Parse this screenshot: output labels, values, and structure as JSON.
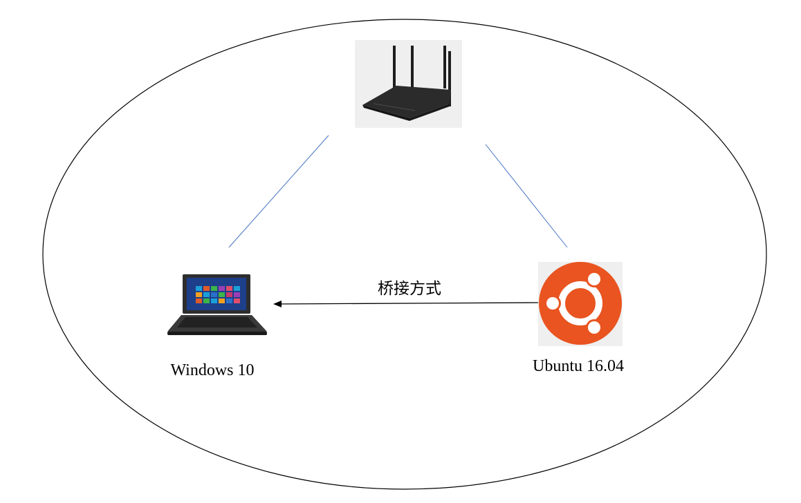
{
  "diagram": {
    "nodes": {
      "router": {
        "label": "",
        "icon": "router-icon"
      },
      "windows": {
        "label": "Windows 10",
        "icon": "laptop-icon"
      },
      "ubuntu": {
        "label": "Ubuntu 16.04",
        "icon": "ubuntu-logo-icon"
      }
    },
    "edges": [
      {
        "from": "router",
        "to": "windows",
        "label": ""
      },
      {
        "from": "router",
        "to": "ubuntu",
        "label": ""
      },
      {
        "from": "ubuntu",
        "to": "windows",
        "label": "桥接方式",
        "directed": true
      }
    ]
  },
  "colors": {
    "link_line": "#4472c4",
    "ubuntu_orange": "#e95420",
    "router_body": "#2b2b2b",
    "laptop_body": "#3a3a3a",
    "tile_background": "#efefef"
  }
}
